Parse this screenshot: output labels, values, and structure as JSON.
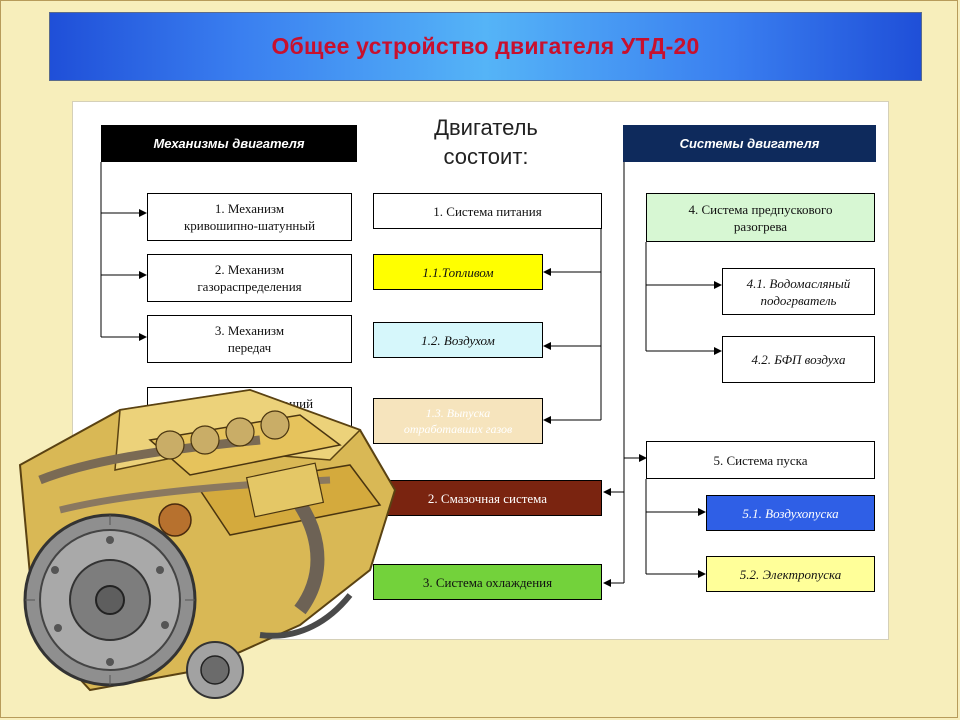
{
  "title": "Общее устройство двигателя УТД-20",
  "center_title": "Двигатель\nсостоит:",
  "mechanisms": {
    "header": "Механизмы двигателя",
    "items": [
      "1. Механизм\nкривошипно-шатунный",
      "2. Механизм\nгазораспределения",
      "3. Механизм\nпередач",
      "4. Уравновешивающий\nмеханизм"
    ]
  },
  "middle": {
    "items": [
      "1. Система питания",
      "1.1.Топливом",
      "1.2. Воздухом",
      "1.3. Выпуска\nотработавших газов",
      "2. Смазочная система",
      "3. Система охлаждения"
    ]
  },
  "systems": {
    "header": "Системы двигателя",
    "items": [
      "4. Система предпускового\nразогрева",
      "4.1. Водомасляный\nподогрватель",
      "4.2. БФП воздуха",
      "5. Система пуска",
      "5.1. Воздухопуска",
      "5.2. Электропуска"
    ]
  },
  "colors": {
    "mechanisms_header": "#000000",
    "systems_header": "#0e2a5c",
    "fuel": "#ffff00",
    "air": "#d6f7fb",
    "exhaust": "#f6e4bd",
    "lubrication": "#7a2410",
    "cooling": "#73d23b",
    "preheat": "#d7f7d3",
    "air_start": "#2f5fe6",
    "electric_start": "#ffff99"
  },
  "illustration": "engine-illustration"
}
